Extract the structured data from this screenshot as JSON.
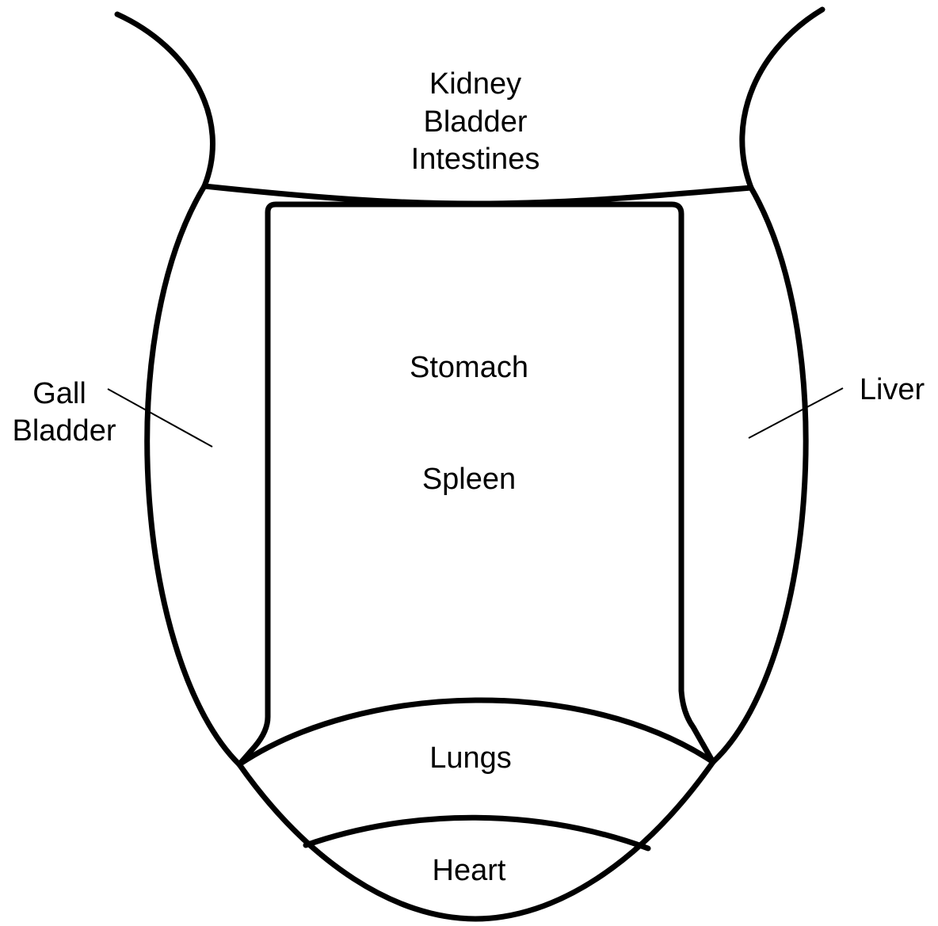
{
  "diagram": {
    "top_label": {
      "line1": "Kidney",
      "line2": "Bladder",
      "line3": "Intestines"
    },
    "center_label_1": "Stomach",
    "center_label_2": "Spleen",
    "left_label": {
      "line1": "Gall",
      "line2": "Bladder"
    },
    "right_label": "Liver",
    "lower_label": "Lungs",
    "tip_label": "Heart"
  }
}
